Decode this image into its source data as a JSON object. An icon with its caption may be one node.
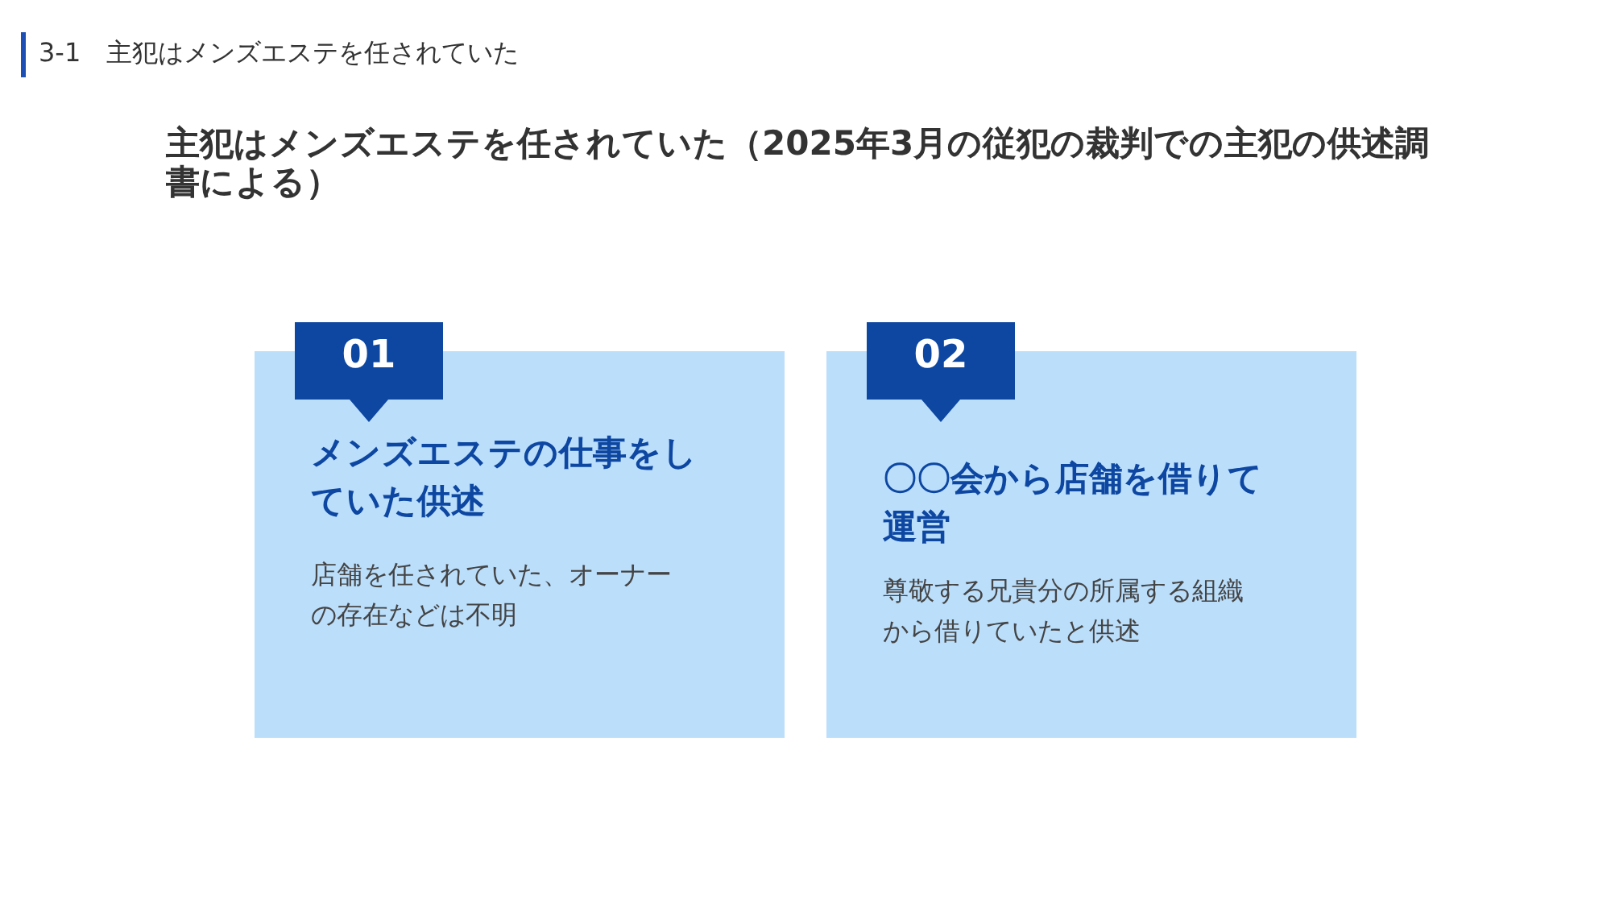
{
  "diagram": {
    "title": "主犯はメンズエステを任されていた（2025年3月の従犯の裁判での主犯の供述調書による）",
    "nodes": [
      {
        "text": [
          "01"
        ]
      },
      {
        "text": [
          "メンズエステの仕事をしていた供述",
          "店舗を任されていた、オーナーの存在などは不明"
        ]
      },
      {
        "text": [
          "02"
        ]
      },
      {
        "text": [
          "〇〇会から店舗を借りて運営",
          "尊敬する兄貴分の所属する組織から借りていたと供述"
        ]
      }
    ],
    "edges": [],
    "labels": [
      "3-1　主犯はメンズエステを任されていた"
    ]
  }
}
